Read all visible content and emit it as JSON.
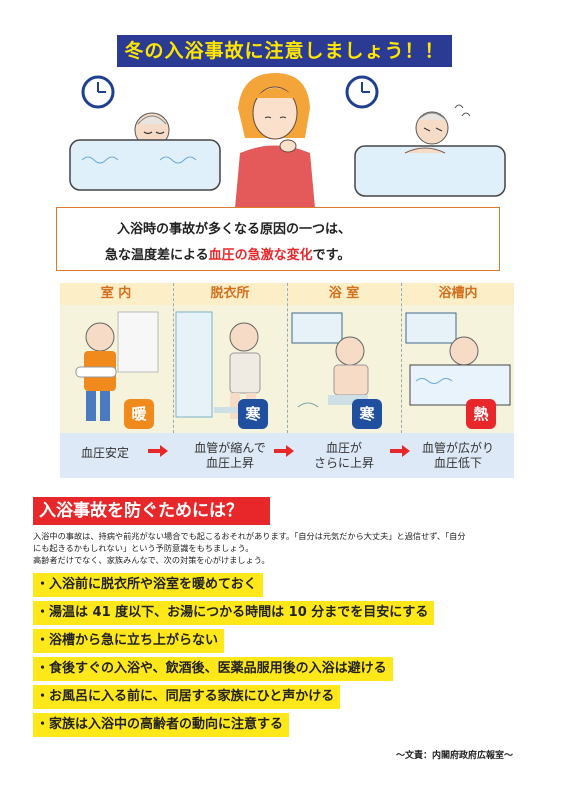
{
  "title": "冬の入浴事故に注意しましょう！！",
  "cause": {
    "line1": "入浴時の事故が多くなる原因の一つは、",
    "line2_pre": "急な温度差による",
    "line2_red": "血圧の急激な変化",
    "line2_post": "です。"
  },
  "panels": [
    {
      "heading": "室 内",
      "badge": "暖",
      "caption_l1": "血圧安定",
      "caption_l2": ""
    },
    {
      "heading": "脱衣所",
      "badge": "寒",
      "caption_l1": "血管が縮んで",
      "caption_l2": "血圧上昇"
    },
    {
      "heading": "浴 室",
      "badge": "寒",
      "caption_l1": "血圧が",
      "caption_l2": "さらに上昇"
    },
    {
      "heading": "浴槽内",
      "badge": "熱",
      "caption_l1": "血管が広がり",
      "caption_l2": "血圧低下"
    }
  ],
  "colors": {
    "warm": "#f08a1c",
    "cold": "#1f4f9e",
    "hot": "#e8272a",
    "highlight": "#ffe81a",
    "title_bg": "#2b3a93"
  },
  "prevention": {
    "heading": "入浴事故を防ぐためには？",
    "body_l1": "入浴中の事故は、持病や前兆がない場合でも起こるおそれがあります。「自分は元気だから大丈夫」と過信せず、「自分",
    "body_l2": "にも起きるかもしれない」という予防意識をもちましょう。",
    "body_l3": "高齢者だけでなく、家族みんなで、次の対策を心がけましょう。",
    "points": [
      "・入浴前に脱衣所や浴室を暖めておく",
      "・湯温は 41 度以下、お湯につかる時間は 10 分までを目安にする",
      "・浴槽から急に立ち上がらない",
      "・食後すぐの入浴や、飲酒後、医薬品服用後の入浴は避ける",
      "・お風呂に入る前に、同居する家族にひと声かける",
      "・家族は入浴中の高齢者の動向に注意する"
    ]
  },
  "credit": "～文責：内閣府政府広報室～"
}
